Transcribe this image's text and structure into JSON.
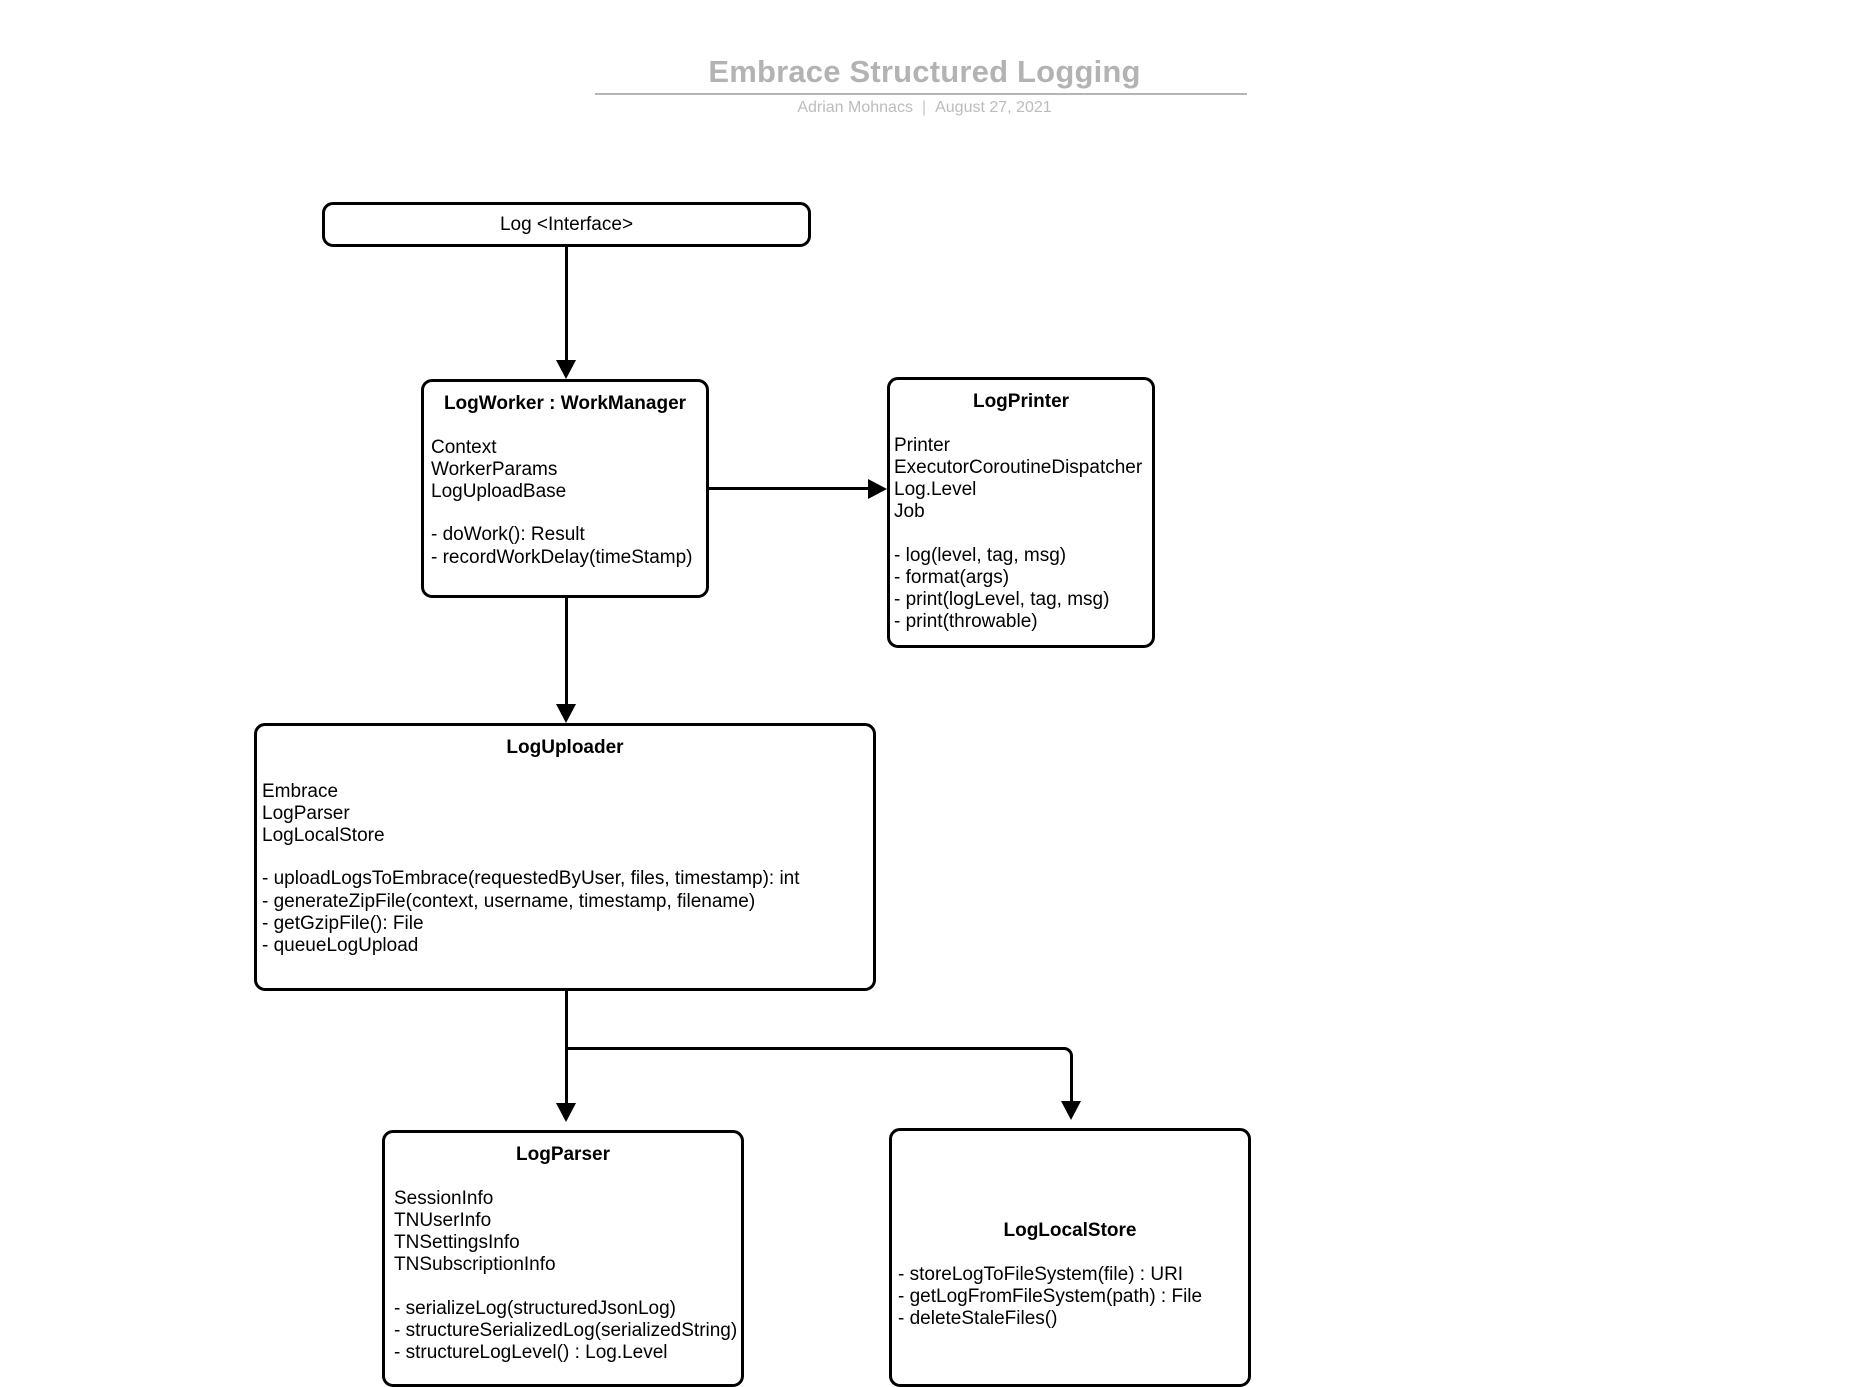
{
  "header": {
    "title": "Embrace Structured Logging",
    "author": "Adrian Mohnacs",
    "separator": "|",
    "date": "August 27, 2021"
  },
  "diagram": {
    "type": "uml-class-diagram",
    "boxes": [
      {
        "id": "log",
        "title": "Log <Interface>",
        "title_bold": false,
        "attributes": [],
        "methods": []
      },
      {
        "id": "logworker",
        "title": "LogWorker : WorkManager",
        "title_bold": true,
        "attributes": [
          "Context",
          "WorkerParams",
          "LogUploadBase"
        ],
        "methods": [
          "- doWork(): Result",
          "- recordWorkDelay(timeStamp)"
        ]
      },
      {
        "id": "logprinter",
        "title": "LogPrinter",
        "title_bold": true,
        "attributes": [
          "Printer",
          "ExecutorCoroutineDispatcher",
          "Log.Level",
          "Job"
        ],
        "methods": [
          "- log(level, tag, msg)",
          "- format(args)",
          "- print(logLevel, tag, msg)",
          "- print(throwable)"
        ]
      },
      {
        "id": "loguploader",
        "title": "LogUploader",
        "title_bold": true,
        "attributes": [
          "Embrace",
          "LogParser",
          "LogLocalStore"
        ],
        "methods": [
          "- uploadLogsToEmbrace(requestedByUser, files, timestamp): int",
          "- generateZipFile(context, username, timestamp, filename)",
          "- getGzipFile(): File",
          "- queueLogUpload"
        ]
      },
      {
        "id": "logparser",
        "title": "LogParser",
        "title_bold": true,
        "attributes": [
          "SessionInfo",
          "TNUserInfo",
          "TNSettingsInfo",
          "TNSubscriptionInfo"
        ],
        "methods": [
          "- serializeLog(structuredJsonLog)",
          "- structureSerializedLog(serializedString)",
          "- structureLogLevel() : Log.Level"
        ]
      },
      {
        "id": "loglocalstore",
        "title": "LogLocalStore",
        "title_bold": true,
        "attributes": [],
        "methods": [
          "- storeLogToFileSystem(file) : URI",
          "- getLogFromFileSystem(path) : File",
          "- deleteStaleFiles()"
        ]
      }
    ],
    "connections": [
      {
        "from": "log",
        "to": "logworker",
        "direction": "down"
      },
      {
        "from": "logworker",
        "to": "logprinter",
        "direction": "right"
      },
      {
        "from": "logworker",
        "to": "loguploader",
        "direction": "down"
      },
      {
        "from": "loguploader",
        "to": "logparser",
        "direction": "down"
      },
      {
        "from": "loguploader",
        "to": "loglocalstore",
        "direction": "down-right"
      }
    ]
  },
  "colors": {
    "stroke": "#000000",
    "background": "#ffffff",
    "header_text": "#b3b3b3",
    "byline_text": "#bcbcbc",
    "rule": "#b5b5b5"
  }
}
